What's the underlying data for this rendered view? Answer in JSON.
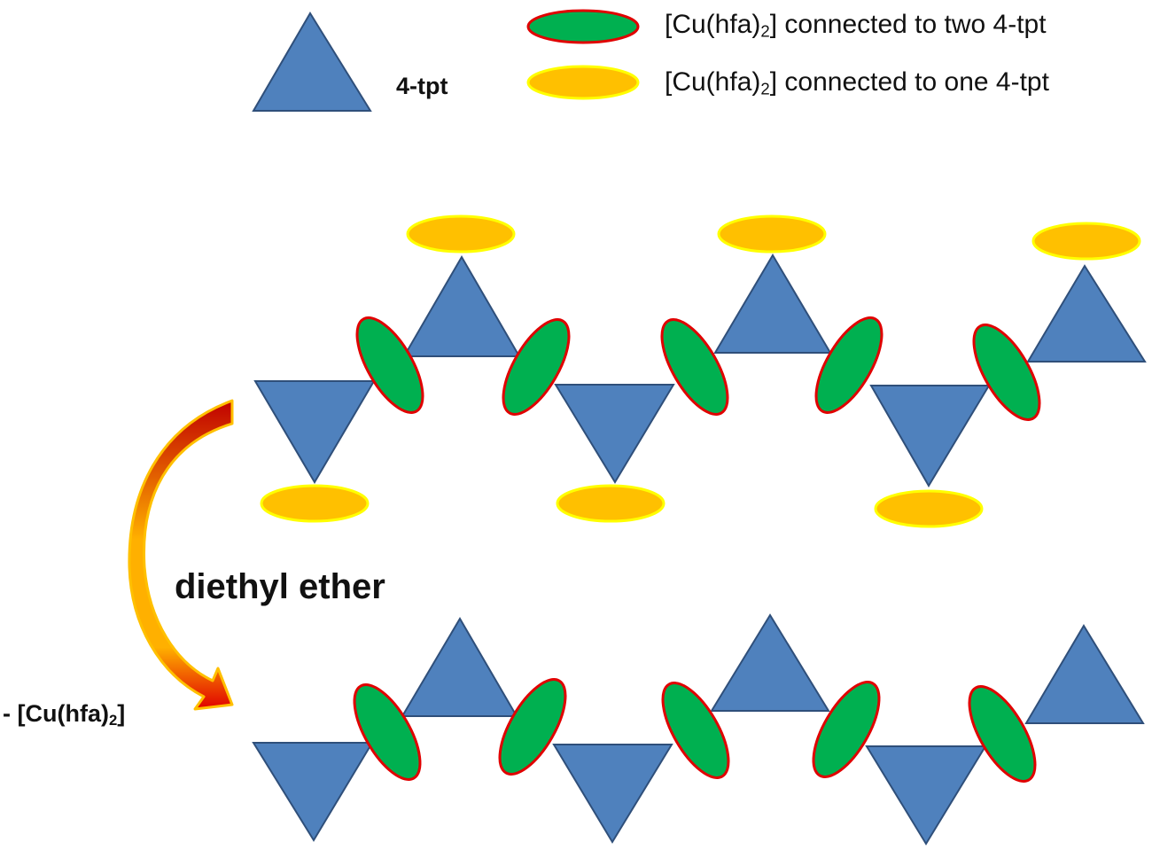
{
  "legend": {
    "ligand_label": "4-tpt",
    "bridging_text": "[Cu(hfa)",
    "bridging_sub": "2",
    "bridging_tail": "] connected to two 4-tpt",
    "terminal_text": "[Cu(hfa)",
    "terminal_sub": "2",
    "terminal_tail": "] connected to one 4-tpt"
  },
  "reaction": {
    "solvent_label": "diethyl ether",
    "loss_prefix": "- [Cu(hfa)",
    "loss_sub": "2",
    "loss_tail": "]"
  },
  "colors": {
    "triangle_fill": "#4f81bd",
    "triangle_stroke": "#2f4f7a",
    "bridging_fill": "#00b050",
    "bridging_stroke": "#e00000",
    "terminal_fill": "#ffc000",
    "terminal_stroke": "#ffff00",
    "arrow_dark": "#c00000",
    "arrow_light": "#ffd000"
  }
}
